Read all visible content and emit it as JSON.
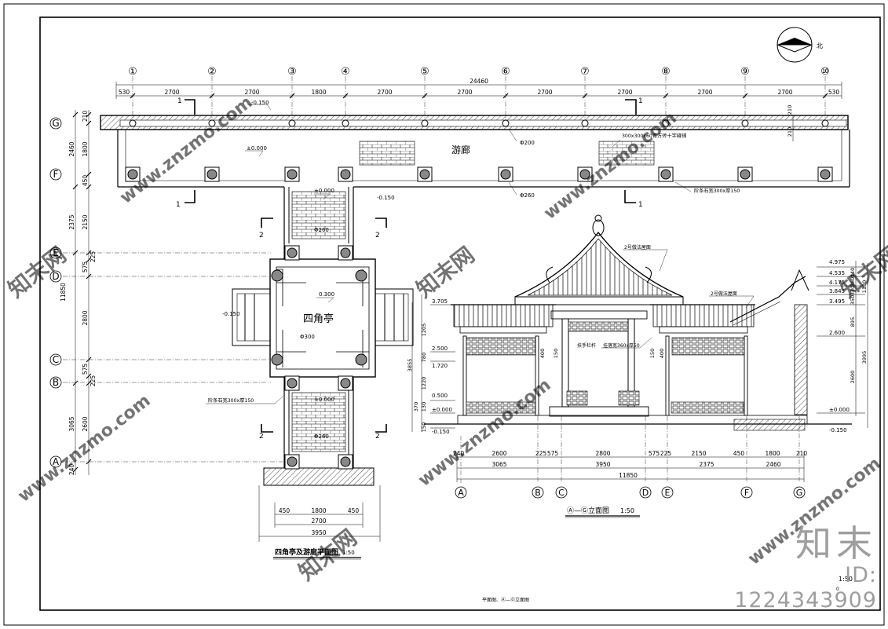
{
  "north_label": "北",
  "column_axes": [
    "①",
    "②",
    "③",
    "④",
    "⑤",
    "⑥",
    "⑦",
    "⑧",
    "⑨",
    "⑩"
  ],
  "row_axes": [
    "G",
    "F",
    "E",
    "D",
    "C",
    "B",
    "A"
  ],
  "plan": {
    "overall_width": "24460",
    "top_dims": [
      "530",
      "2700",
      "2700",
      "1800",
      "2700",
      "2700",
      "2700",
      "2700",
      "2700",
      "2700",
      "530"
    ],
    "left_dims_outer": [
      "2460",
      "2375",
      "11850",
      "3065",
      "240"
    ],
    "left_dims_inner": [
      "210",
      "1800",
      "450",
      "2150",
      "225",
      "575",
      "2800",
      "575",
      "225",
      "2600"
    ],
    "corridor_label": "游廊",
    "pavilion_label": "四角亭",
    "levels": {
      "top": "-0.150",
      "corr": "±0.000",
      "corr2": "-0.150",
      "bridge": "±0.000",
      "pav": "0.300",
      "side": "-0.150",
      "bridge2": "±0.000"
    },
    "notes": {
      "col200": "Φ200",
      "col260a": "Φ260",
      "col260b": "Φ260",
      "col260c": "Φ260",
      "col300": "Φ300",
      "paving": "300x300x60青方砖十字缝铺",
      "step1": "阶条石宽300x厚150",
      "step2": "阶条石宽300x厚150"
    },
    "right_dims": [
      "210",
      "210"
    ],
    "section_marks": [
      "1",
      "1",
      "1",
      "1",
      "2",
      "2",
      "2",
      "2"
    ],
    "bottom_dims": [
      "450",
      "1800",
      "450",
      "2700",
      "3950"
    ],
    "title": "四角亭及游廊平面图",
    "scale": "1:50"
  },
  "elevation": {
    "levels_left": [
      "3.705",
      "2.500",
      "1.720",
      "0.500",
      "±0.000",
      "-0.150"
    ],
    "left_dims": [
      "1205",
      "780",
      "1220",
      "130",
      "370",
      "3855",
      "150"
    ],
    "levels_right": [
      "4.975",
      "4.535",
      "4.175",
      "3.845",
      "3.495",
      "2.600",
      "±0.000",
      "-0.150"
    ],
    "right_dims": [
      "440",
      "360",
      "330",
      "350",
      "895",
      "2600",
      "3995",
      "1130"
    ],
    "annotations": [
      "2号做法屋面",
      "2号做法屋面",
      "扶手栏杆",
      "挂落宽360x厚50"
    ],
    "small_dims": [
      "400",
      "150",
      "400",
      "150"
    ],
    "bottom_dims1": [
      "240",
      "2600",
      "225",
      "575",
      "2800",
      "575",
      "225",
      "2150",
      "450",
      "1800",
      "210"
    ],
    "bottom_dims2": [
      "3065",
      "3950",
      "2375",
      "2460"
    ],
    "overall": "11850",
    "axes": [
      "A",
      "B",
      "C",
      "D",
      "E",
      "F",
      "G"
    ],
    "title": "Ⓐ—Ⓖ立面图",
    "scale": "1:50"
  },
  "sheet": {
    "scale": "1:50",
    "footer": "平面图、Ⓐ—Ⓖ立面图",
    "page_mark": "0"
  },
  "watermark": {
    "text": "www.znzmo.com",
    "logo": "知末",
    "id": "ID: 1224343909",
    "alt": "知末网"
  }
}
